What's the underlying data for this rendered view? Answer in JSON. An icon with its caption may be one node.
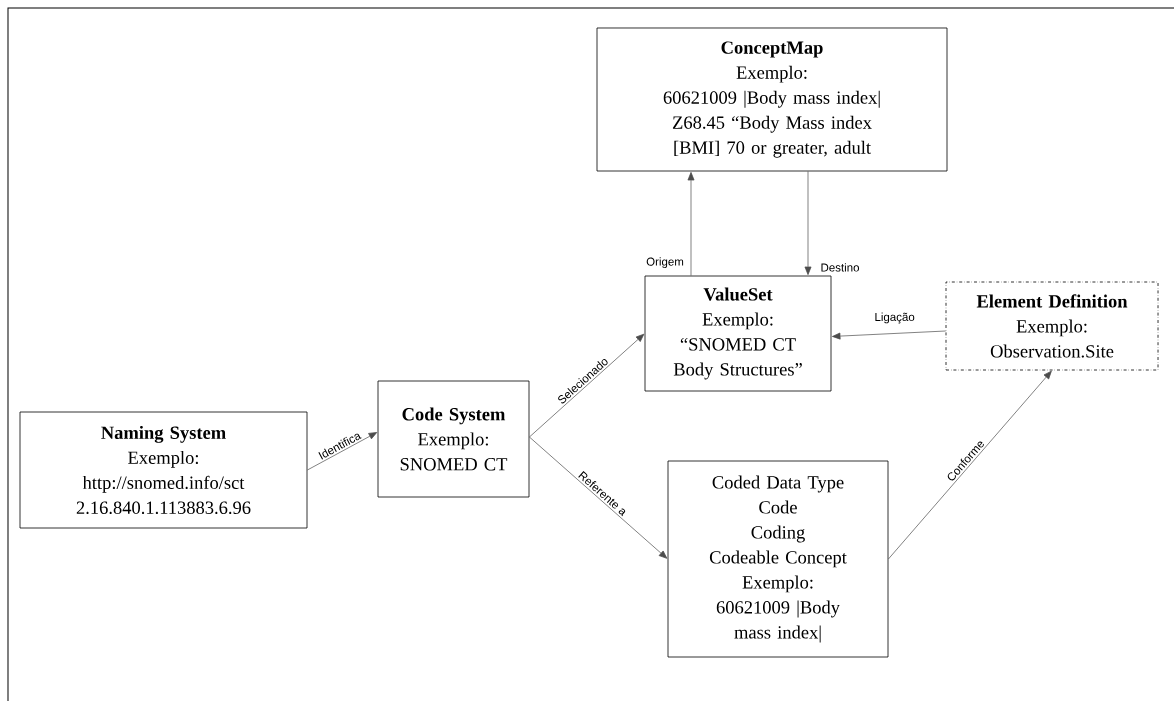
{
  "diagram": {
    "nodes": [
      {
        "text": [
          "ConceptMap",
          "Exemplo:",
          "60621009 |Body mass index|",
          "Z68.45 “Body Mass index [BMI] 70 or greater, adult"
        ]
      },
      {
        "text": [
          "ValueSet",
          "Exemplo:",
          "“SNOMED CT Body Structures”"
        ]
      },
      {
        "text": [
          "Element Definition",
          "Exemplo:",
          "Observation.Site"
        ]
      },
      {
        "text": [
          "Naming System",
          "Exemplo:",
          "http://snomed.info/sct",
          "2.16.840.1.113883.6.96"
        ]
      },
      {
        "text": [
          "Code System",
          "Exemplo:",
          "SNOMED CT"
        ]
      },
      {
        "text": [
          "Coded Data Type",
          "Code",
          "Coding",
          "Codeable Concept",
          "Exemplo:",
          "60621009 |Body mass index|"
        ]
      }
    ],
    "edges": [
      {
        "from": 1,
        "to": 0,
        "arrow": "to",
        "label": "Origem"
      },
      {
        "from": 0,
        "to": 1,
        "arrow": "to",
        "label": "Destino"
      },
      {
        "from": 2,
        "to": 1,
        "arrow": "to",
        "label": "Ligação"
      },
      {
        "from": 3,
        "to": 4,
        "arrow": "to",
        "label": "Identifica"
      },
      {
        "from": 4,
        "to": 1,
        "arrow": "to",
        "label": "Selecionado"
      },
      {
        "from": 4,
        "to": 5,
        "arrow": "to",
        "label": "Referente a"
      },
      {
        "from": 5,
        "to": 2,
        "arrow": "to",
        "label": "Conforme"
      }
    ]
  }
}
